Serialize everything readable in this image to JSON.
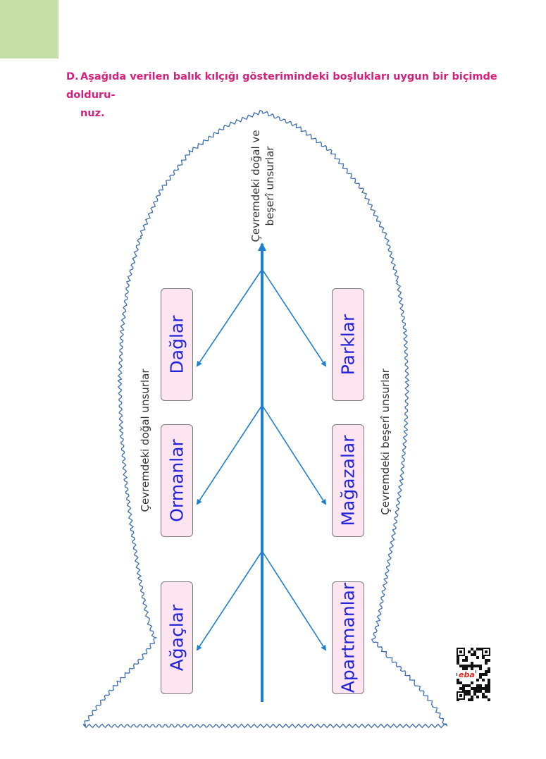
{
  "header": {
    "accent_color": "#c6dfa8"
  },
  "question": {
    "number": "D.",
    "text_line1": "Aşağıda verilen balık kılçığı gösterimindeki boşlukları uygun bir biçimde dolduru-",
    "text_line2": "nuz."
  },
  "diagram": {
    "head_label_line1": "Çevremdeki doğal ve",
    "head_label_line2": "beşerî unsurlar",
    "left_category": "Çevremdeki doğal unsurlar",
    "right_category": "Çevremdeki beşerî unsurlar",
    "left_items": [
      "Dağlar",
      "Ormanlar",
      "Ağaçlar"
    ],
    "right_items": [
      "Parklar",
      "Mağazalar",
      "Apartmanlar"
    ],
    "arrow_color": "#1f7fd0",
    "answer_color": "#2323d9",
    "box_color": "#fce4f1"
  },
  "qr": {
    "label": "eba"
  }
}
